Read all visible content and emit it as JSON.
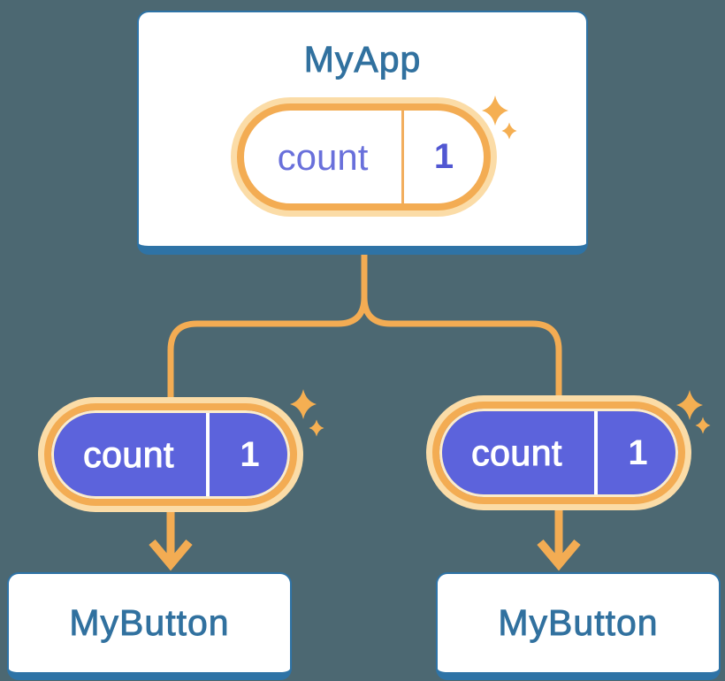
{
  "canvas": {
    "background": "#4C6872"
  },
  "palette": {
    "line_orange": "#F3AC53",
    "ring_peach": "#FBDCA7",
    "pill_purple": "#5C63DC",
    "purple_label_text": "#6970DB",
    "purple_value_text": "#5157D2",
    "blue_text": "#31719F",
    "card_border_blue": "#2E73A6",
    "card_white": "#FFFFFF"
  },
  "root_card": {
    "title": "MyApp",
    "pill": {
      "label": "count",
      "value": "1"
    }
  },
  "children": [
    {
      "pill": {
        "label": "count",
        "value": "1"
      },
      "card": {
        "title": "MyButton"
      }
    },
    {
      "pill": {
        "label": "count",
        "value": "1"
      },
      "card": {
        "title": "MyButton"
      }
    }
  ],
  "icons": {
    "sparkle": "four-point-star",
    "arrow": "down-chevron-arrow"
  }
}
